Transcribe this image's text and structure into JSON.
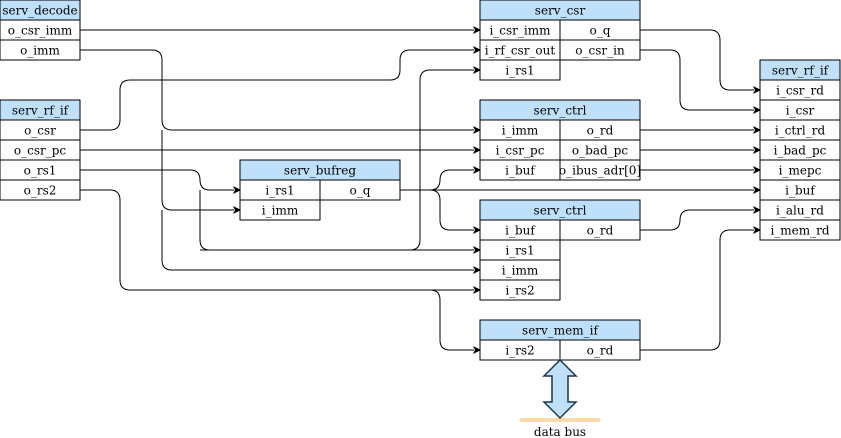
{
  "blocks": {
    "decode": {
      "title": "serv_decode",
      "ports": [
        "o_csr_imm",
        "o_imm"
      ]
    },
    "rf_if_left": {
      "title": "serv_rf_if",
      "ports": [
        "o_csr",
        "o_csr_pc",
        "o_rs1",
        "o_rs2"
      ]
    },
    "bufreg": {
      "title": "serv_bufreg",
      "inputs": [
        "i_rs1",
        "i_imm"
      ],
      "outputs": [
        "o_q"
      ]
    },
    "csr": {
      "title": "serv_csr",
      "inputs": [
        "i_csr_imm",
        "i_rf_csr_out",
        "i_rs1"
      ],
      "outputs": [
        "o_q",
        "o_csr_in"
      ]
    },
    "ctrl_a": {
      "title": "serv_ctrl",
      "inputs": [
        "i_imm",
        "i_csr_pc",
        "i_buf"
      ],
      "outputs": [
        "o_rd",
        "o_bad_pc",
        "o_ibus_adr[0]"
      ]
    },
    "ctrl_b": {
      "title": "serv_ctrl",
      "inputs": [
        "i_buf",
        "i_rs1",
        "i_imm",
        "i_rs2"
      ],
      "outputs": [
        "o_rd"
      ]
    },
    "mem_if": {
      "title": "serv_mem_if",
      "inputs": [
        "i_rs2"
      ],
      "outputs": [
        "o_rd"
      ]
    },
    "rf_if_right": {
      "title": "serv_rf_if",
      "ports": [
        "i_csr_rd",
        "i_csr",
        "i_ctrl_rd",
        "i_bad_pc",
        "i_mepc",
        "i_buf",
        "i_alu_rd",
        "i_mem_rd"
      ]
    }
  },
  "bus": {
    "label": "data bus"
  }
}
